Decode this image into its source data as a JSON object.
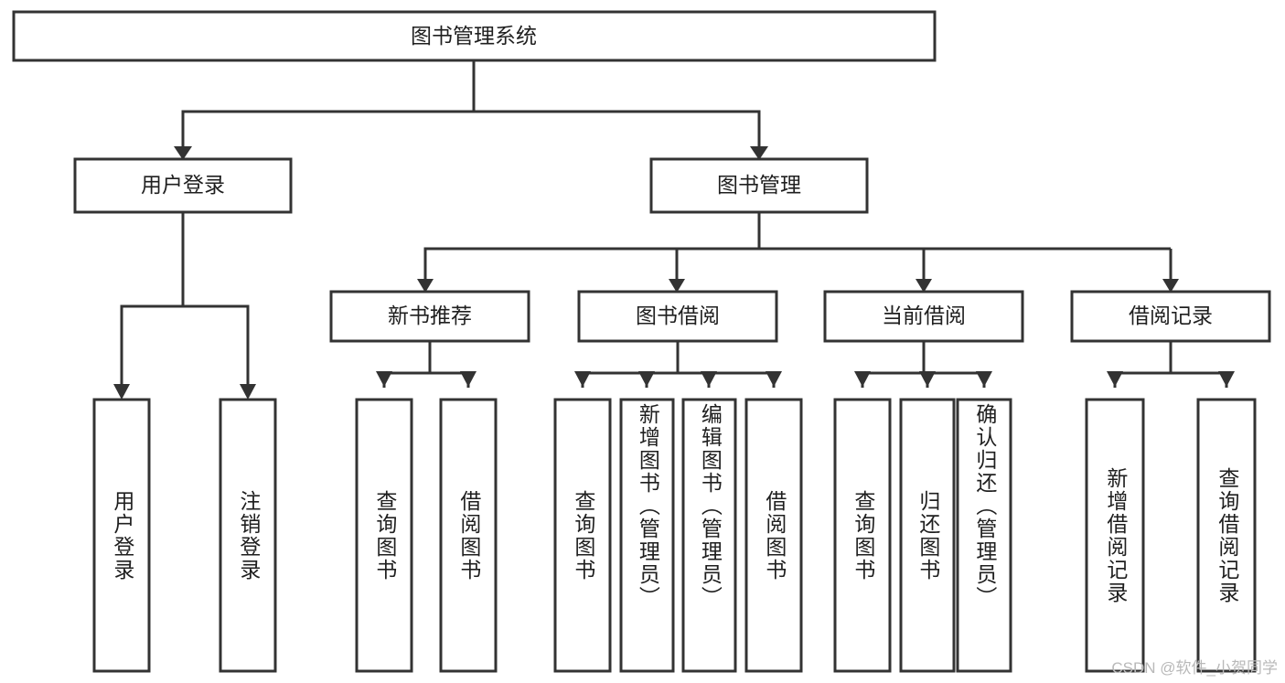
{
  "diagram": {
    "title": "图书管理系统",
    "type": "tree-hierarchy-diagram",
    "colors": {
      "stroke": "#333333",
      "fill": "#ffffff",
      "text": "#1f1f1f",
      "watermark": "#b9b9b9"
    },
    "levels": {
      "root": {
        "label": "图书管理系统"
      },
      "level1": [
        {
          "id": "user-login",
          "label": "用户登录"
        },
        {
          "id": "book-management",
          "label": "图书管理"
        }
      ],
      "level2": [
        {
          "id": "new-book-recommend",
          "label": "新书推荐",
          "parent": "book-management"
        },
        {
          "id": "book-borrow",
          "label": "图书借阅",
          "parent": "book-management"
        },
        {
          "id": "current-borrow",
          "label": "当前借阅",
          "parent": "book-management"
        },
        {
          "id": "borrow-record",
          "label": "借阅记录",
          "parent": "book-management"
        }
      ],
      "leaves": [
        {
          "id": "leaf-user-login",
          "label": "用户登录",
          "parent": "user-login"
        },
        {
          "id": "leaf-logout-login",
          "label": "注销登录",
          "parent": "user-login"
        },
        {
          "id": "leaf-query-book-1",
          "label": "查询图书",
          "parent": "new-book-recommend"
        },
        {
          "id": "leaf-borrow-book-1",
          "label": "借阅图书",
          "parent": "new-book-recommend"
        },
        {
          "id": "leaf-query-book-2",
          "label": "查询图书",
          "parent": "book-borrow"
        },
        {
          "id": "leaf-add-book",
          "label": "新增图书（管理员）",
          "parent": "book-borrow"
        },
        {
          "id": "leaf-edit-book",
          "label": "编辑图书（管理员）",
          "parent": "book-borrow"
        },
        {
          "id": "leaf-borrow-book-2",
          "label": "借阅图书",
          "parent": "book-borrow"
        },
        {
          "id": "leaf-query-book-3",
          "label": "查询图书",
          "parent": "current-borrow"
        },
        {
          "id": "leaf-return-book",
          "label": "归还图书",
          "parent": "current-borrow"
        },
        {
          "id": "leaf-confirm-return",
          "label": "确认归还（管理员）",
          "parent": "current-borrow"
        },
        {
          "id": "leaf-add-record",
          "label": "新增借阅记录",
          "parent": "borrow-record"
        },
        {
          "id": "leaf-query-record",
          "label": "查询借阅记录",
          "parent": "borrow-record"
        }
      ]
    },
    "watermark": "CSDN @软件_小贺同学"
  }
}
